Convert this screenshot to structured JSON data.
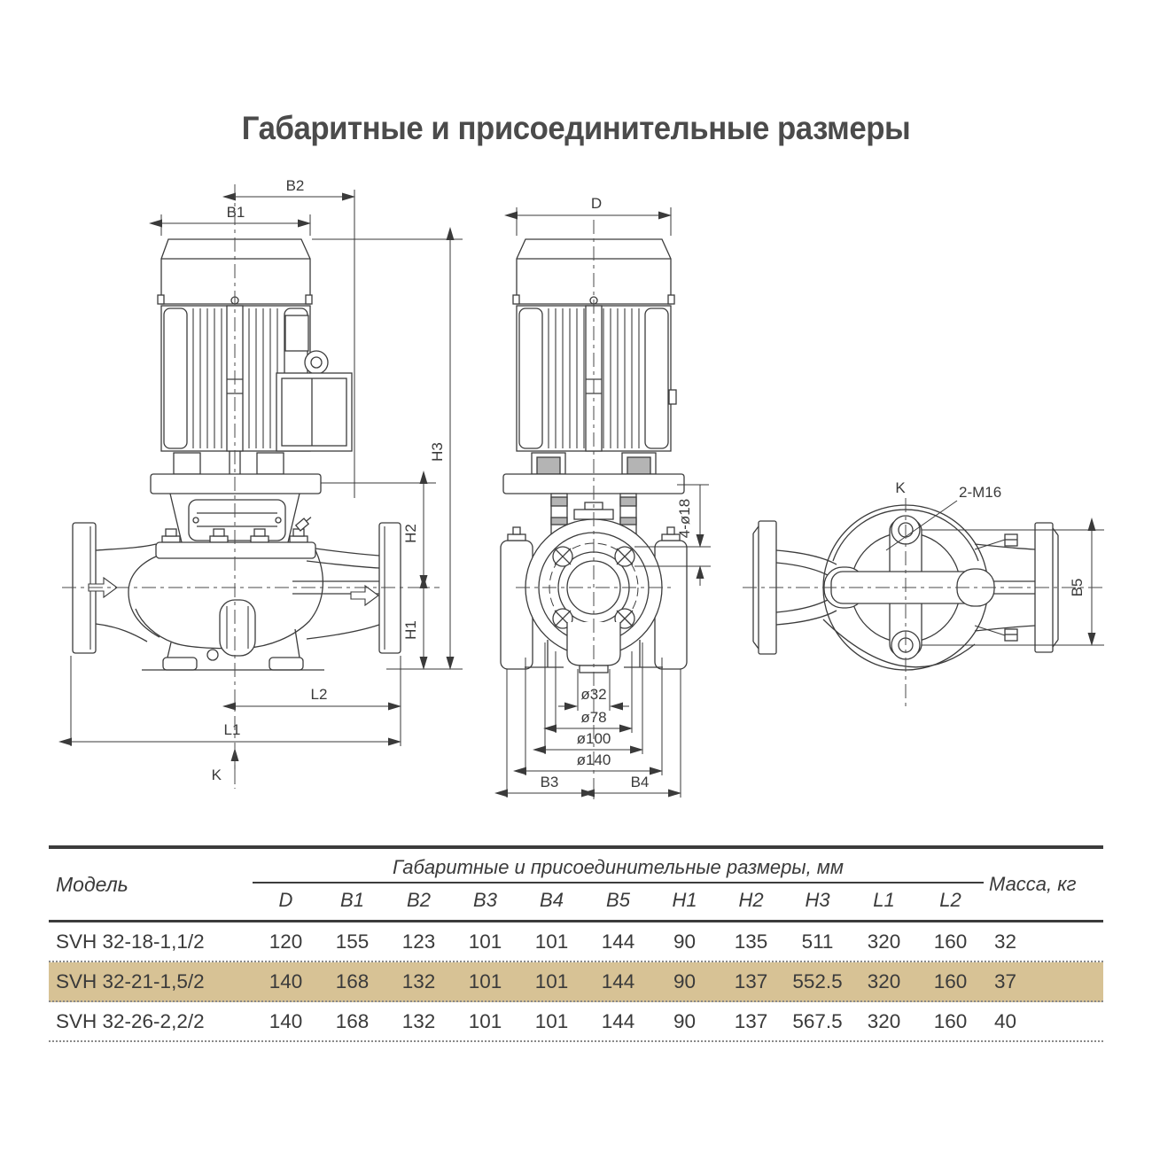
{
  "title": "Габаритные и присоединительные размеры",
  "drawings": {
    "side": {
      "b1": "B1",
      "b2": "B2",
      "h1": "H1",
      "h2": "H2",
      "h3": "H3",
      "l1": "L1",
      "l2": "L2",
      "k": "K"
    },
    "front": {
      "d": "D",
      "holes": "4-ø18",
      "d32": "ø32",
      "d78": "ø78",
      "d100": "ø100",
      "d140": "ø140",
      "b3": "B3",
      "b4": "B4"
    },
    "top": {
      "k": "K",
      "thread": "2-M16",
      "b5": "B5"
    }
  },
  "table": {
    "model_header": "Модель",
    "group_header": "Габаритные и присоединительные размеры, мм",
    "mass_header": "Масса, кг",
    "columns": [
      "D",
      "B1",
      "B2",
      "B3",
      "B4",
      "B5",
      "H1",
      "H2",
      "H3",
      "L1",
      "L2"
    ],
    "rows": [
      {
        "model": "SVH 32-18-1,1/2",
        "values": [
          "120",
          "155",
          "123",
          "101",
          "101",
          "144",
          "90",
          "135",
          "511",
          "320",
          "160"
        ],
        "mass": "32"
      },
      {
        "model": "SVH 32-21-1,5/2",
        "values": [
          "140",
          "168",
          "132",
          "101",
          "101",
          "144",
          "90",
          "137",
          "552.5",
          "320",
          "160"
        ],
        "mass": "37"
      },
      {
        "model": "SVH 32-26-2,2/2",
        "values": [
          "140",
          "168",
          "132",
          "101",
          "101",
          "144",
          "90",
          "137",
          "567.5",
          "320",
          "160"
        ],
        "mass": "40"
      }
    ],
    "highlight_color": "#d7c295",
    "highlight_style": "background-color:#d7c295"
  }
}
